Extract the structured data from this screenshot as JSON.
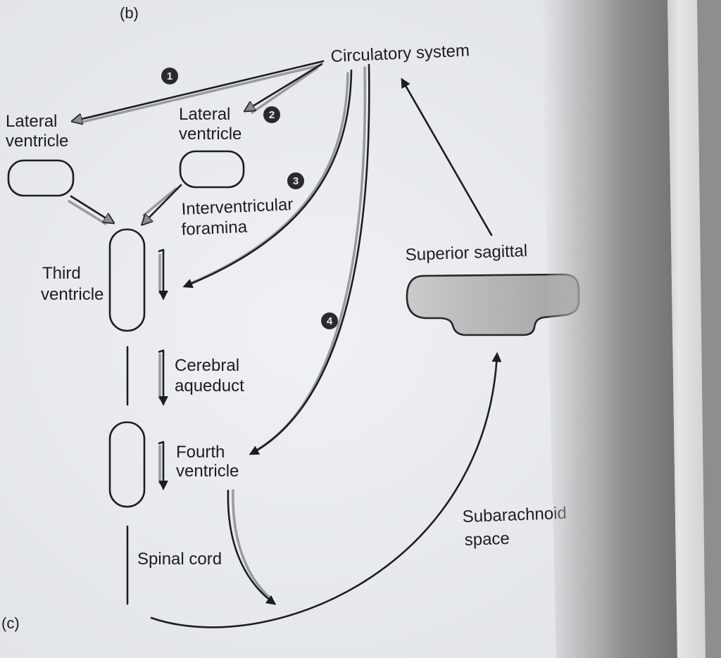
{
  "panels": {
    "b": "(b)",
    "c": "(c)"
  },
  "labels": {
    "circulatory_system": "Circulatory system",
    "lateral_ventricle_left": [
      "Lateral",
      "ventricle"
    ],
    "lateral_ventricle_right": [
      "Lateral",
      "ventricle"
    ],
    "interventricular_foramina": [
      "Interventricular",
      "foramina"
    ],
    "superior_sagittal_sinus": "Superior sagittal",
    "third_ventricle": [
      "Third",
      "ventricle"
    ],
    "cerebral_aqueduct": [
      "Cerebral",
      "aqueduct"
    ],
    "fourth_ventricle": [
      "Fourth",
      "ventricle"
    ],
    "subarachnoid_space": [
      "Subarachnoid",
      "space"
    ],
    "spinal_cord": "Spinal cord"
  },
  "steps": [
    "1",
    "2",
    "3",
    "4"
  ],
  "colors": {
    "ink": "#1d1d1f",
    "paper": "#e9ebef",
    "arrow_shadow": "#8c8c8c",
    "sinus_fill": "#bdbdbd"
  }
}
